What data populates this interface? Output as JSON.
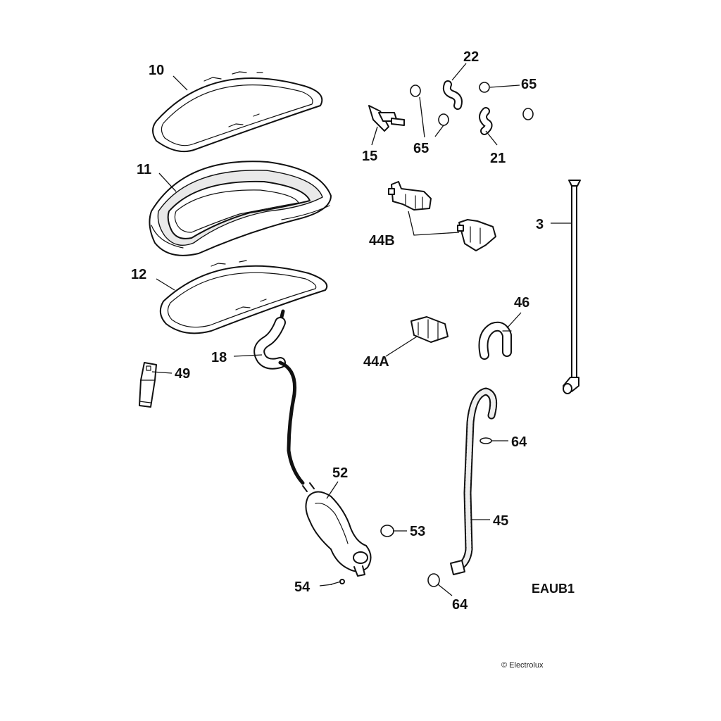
{
  "diagram": {
    "code": "EAUB1",
    "copyright": "© Electrolux",
    "labels": {
      "p10": "10",
      "p11": "11",
      "p12": "12",
      "p18": "18",
      "p49": "49",
      "p52": "52",
      "p53": "53",
      "p54": "54",
      "p22": "22",
      "p65a": "65",
      "p65b": "65",
      "p15": "15",
      "p21": "21",
      "p44B": "44B",
      "p3": "3",
      "p46": "46",
      "p44A": "44A",
      "p64a": "64",
      "p45": "45",
      "p64b": "64"
    }
  }
}
